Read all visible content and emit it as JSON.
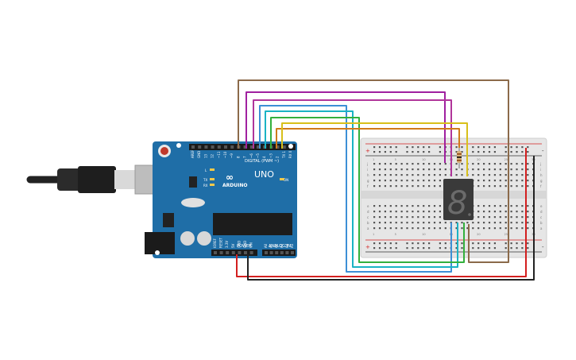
{
  "board": {
    "logo_text": "ARDUINO",
    "model": "UNO",
    "digital_label": "DIGITAL (PWM ~)",
    "power_label": "POWER",
    "analog_label": "ANALOG IN",
    "indicator_labels": [
      "L",
      "TX",
      "RX"
    ],
    "on_label": "ON",
    "top_pin_labels": [
      "AREF",
      "GND",
      "13",
      "12",
      "~11",
      "~10",
      "~9",
      "8",
      "7",
      "~6",
      "~5",
      "4",
      "~3",
      "2",
      "TX 1",
      "RX 0"
    ],
    "power_pin_labels": [
      "IOREF",
      "RESET",
      "3.3V",
      "5V",
      "GND",
      "GND",
      "VIN"
    ],
    "analog_pin_labels": [
      "A0",
      "A1",
      "A2",
      "A3",
      "A4",
      "A5"
    ]
  },
  "breadboard": {
    "row_letters_top": [
      "j",
      "i",
      "h",
      "g",
      "f"
    ],
    "row_letters_bottom": [
      "e",
      "d",
      "c",
      "b",
      "a"
    ],
    "column_numbers": [
      "1",
      "5",
      "10",
      "15",
      "20",
      "25",
      "30"
    ],
    "rail_plus": "+",
    "rail_minus": "-"
  },
  "display": {
    "digit": "8"
  },
  "colors": {
    "board_blue": "#1f6ea7",
    "wire_brown": "#8b6a4a",
    "wire_purple": "#a020a0",
    "wire_pink": "#b0359a",
    "wire_blue": "#3d8fd6",
    "wire_cyan": "#1ab3c4",
    "wire_green": "#33b03c",
    "wire_orange": "#d07a1a",
    "wire_yellow": "#d8c01b",
    "wire_red": "#d31f1f",
    "wire_black": "#222222"
  }
}
